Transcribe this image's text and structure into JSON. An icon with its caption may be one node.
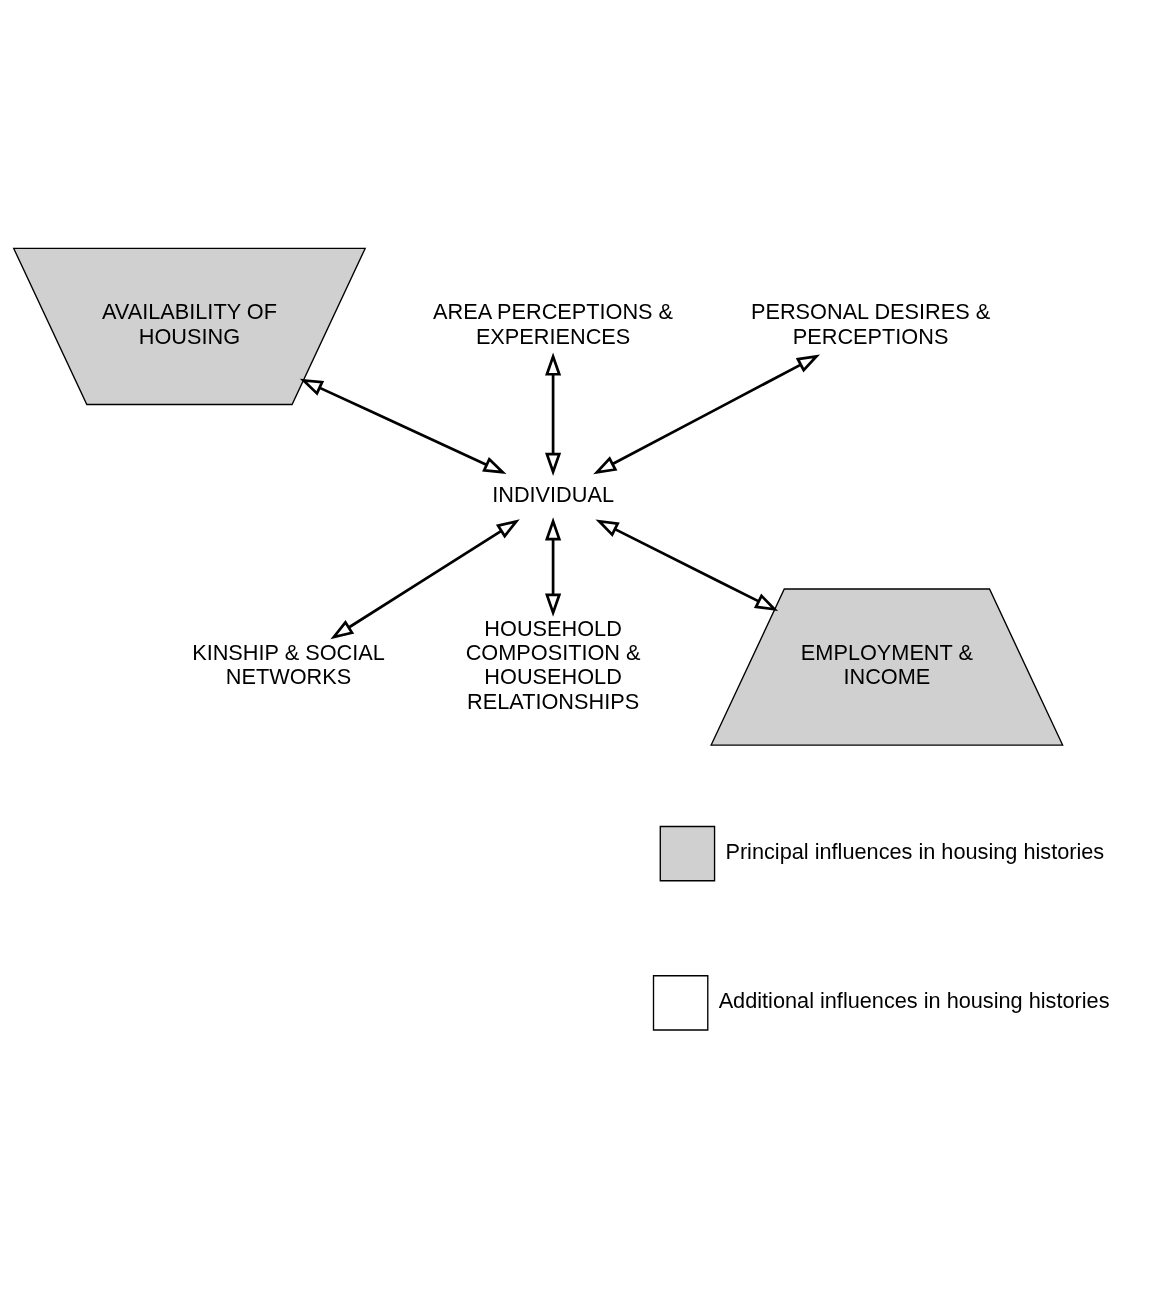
{
  "diagram": {
    "nodes": [
      {
        "text": [
          "AVAILABILITY OF HOUSING"
        ]
      },
      {
        "text": [
          "AREA PERCEPTIONS & EXPERIENCES"
        ]
      },
      {
        "text": [
          "PERSONAL DESIRES & PERCEPTIONS"
        ]
      },
      {
        "text": [
          "INDIVIDUAL"
        ]
      },
      {
        "text": [
          "KINSHIP & SOCIAL NETWORKS"
        ]
      },
      {
        "text": [
          "HOUSEHOLD COMPOSITION & HOUSEHOLD RELATIONSHIPS"
        ]
      },
      {
        "text": [
          "EMPLOYMENT & INCOME"
        ]
      }
    ],
    "edges": [
      {
        "from": 0,
        "to": 3,
        "arrow": "both"
      },
      {
        "from": 1,
        "to": 3,
        "arrow": "both"
      },
      {
        "from": 2,
        "to": 3,
        "arrow": "both"
      },
      {
        "from": 3,
        "to": 4,
        "arrow": "both"
      },
      {
        "from": 3,
        "to": 5,
        "arrow": "both"
      },
      {
        "from": 3,
        "to": 6,
        "arrow": "both"
      }
    ],
    "legend": [
      {
        "text": "Principal influences in housing histories"
      },
      {
        "text": "Additional influences in housing histories"
      }
    ]
  }
}
